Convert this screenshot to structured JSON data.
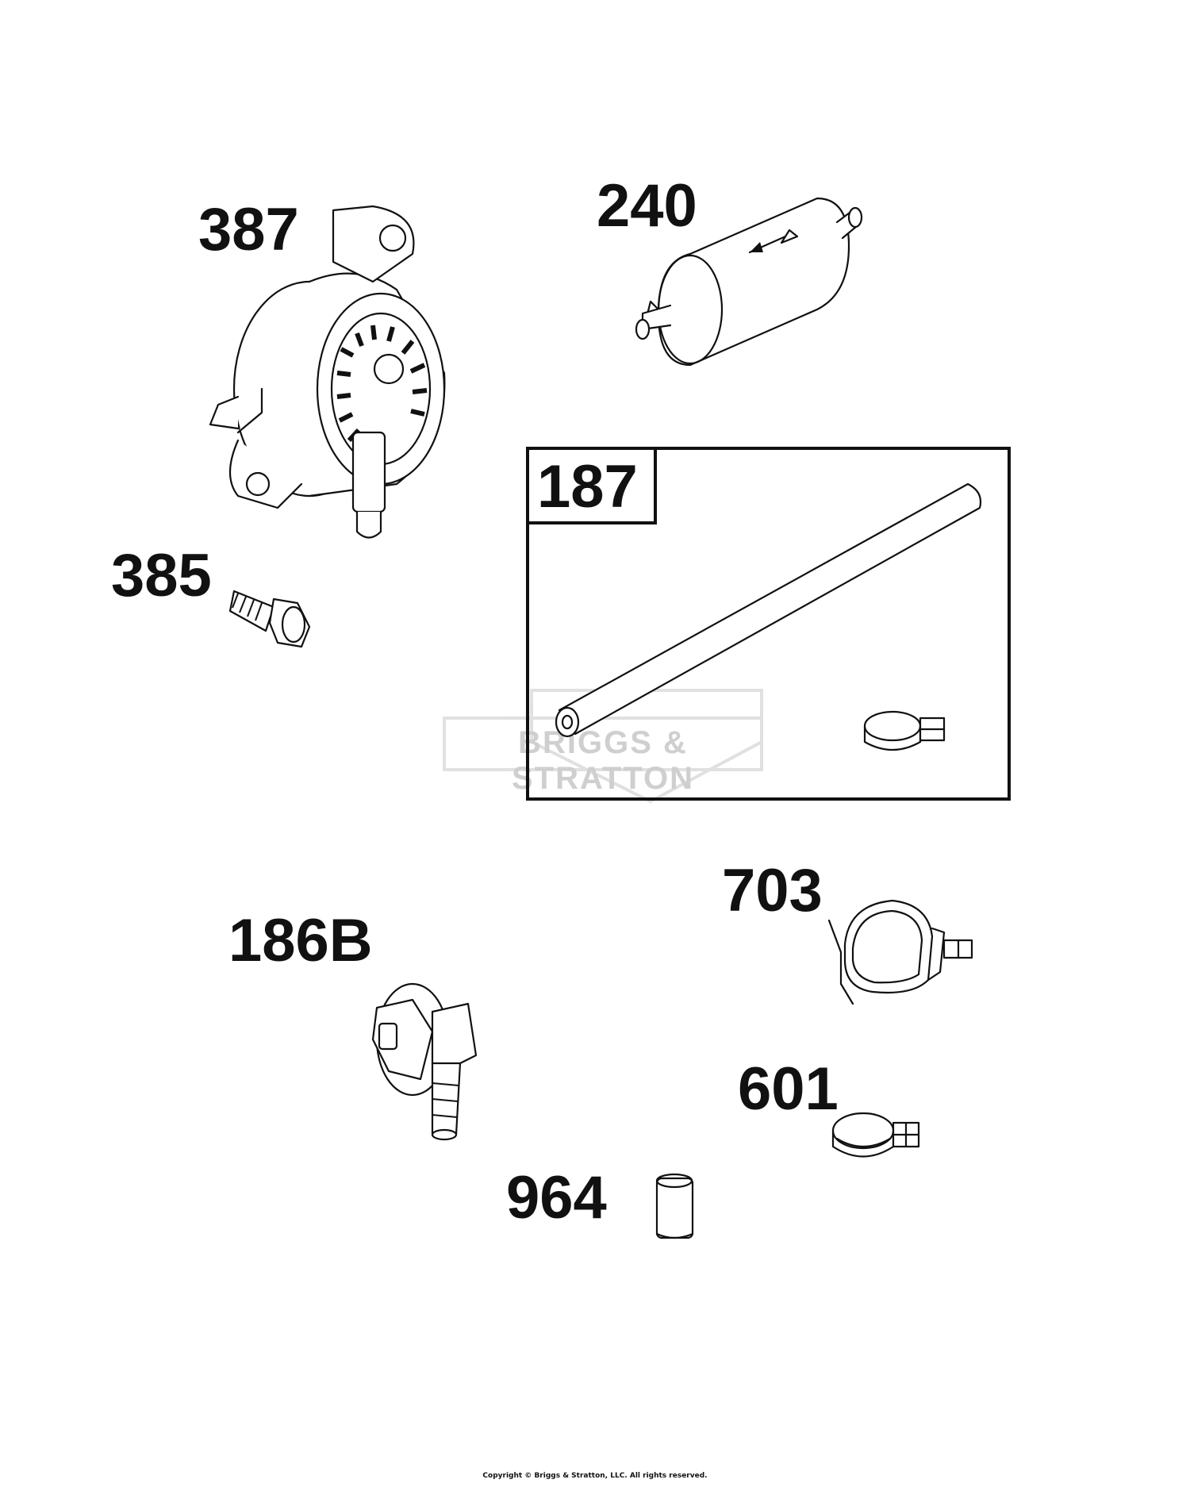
{
  "diagram": {
    "watermark": "BRIGGS & STRATTON",
    "copyright": "Copyright © Briggs & Stratton, LLC. All rights reserved.",
    "kit_box_label": "187",
    "parts": [
      {
        "id": "387",
        "label": "387",
        "icon": "fuel-pump-icon"
      },
      {
        "id": "240",
        "label": "240",
        "icon": "fuel-filter-icon"
      },
      {
        "id": "385",
        "label": "385",
        "icon": "screw-icon"
      },
      {
        "id": "187",
        "label": "187",
        "icon": "fuel-line-icon"
      },
      {
        "id": "703",
        "label": "703",
        "icon": "hose-clamp-icon"
      },
      {
        "id": "186B",
        "label": "186B",
        "icon": "elbow-fitting-icon"
      },
      {
        "id": "601",
        "label": "601",
        "icon": "clamp-icon"
      },
      {
        "id": "964",
        "label": "964",
        "icon": "spacer-icon"
      }
    ]
  }
}
